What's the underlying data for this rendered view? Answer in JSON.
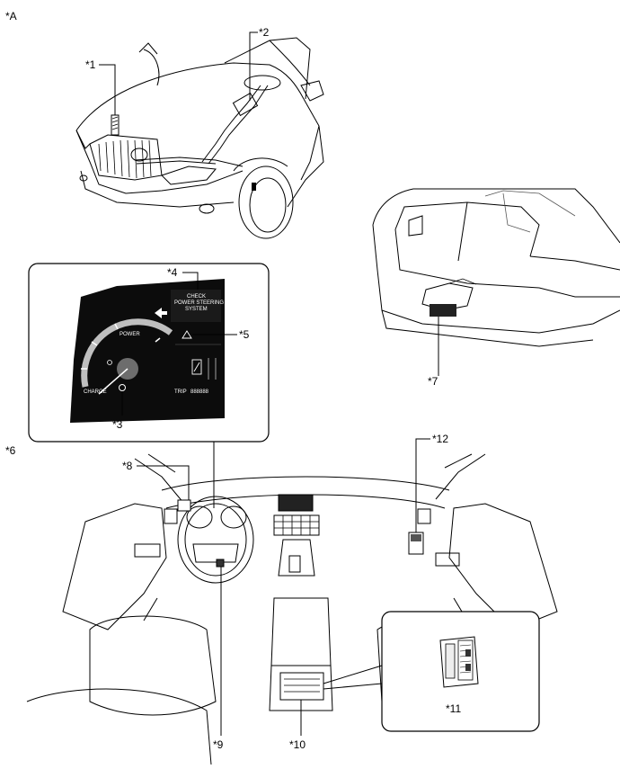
{
  "figure_label": "*A",
  "callouts": {
    "c1": "*1",
    "c2": "*2",
    "c3": "*3",
    "c4": "*4",
    "c5": "*5",
    "c6": "*6",
    "c7": "*7",
    "c8": "*8",
    "c9": "*9",
    "c10": "*10",
    "c11": "*11",
    "c12": "*12"
  },
  "cluster": {
    "message_line1": "CHECK",
    "message_line2": "POWER STEERING",
    "message_line3": "SYSTEM",
    "gauge_power": "POWER",
    "gauge_charge": "CHARGE",
    "trip_readout": "TRIP",
    "odometer": "888888"
  }
}
